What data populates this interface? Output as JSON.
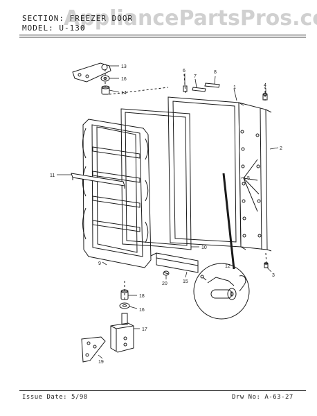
{
  "header": {
    "section_label": "SECTION:",
    "section_value": "FREEZER DOOR",
    "model_label": "MODEL:",
    "model_value": "U-130"
  },
  "watermark": "AppliancePartsPros.com",
  "footer": {
    "issue_date": "Issue Date: 5/98",
    "drawing_no": "Drw No: A-63-27"
  },
  "callouts": {
    "c1": "1",
    "c2": "2",
    "c3": "3",
    "c4": "4",
    "c5": "5",
    "c6": "6",
    "c7": "7",
    "c8": "8",
    "c9": "9",
    "c10": "10",
    "c11": "11",
    "c12": "12",
    "c13": "13",
    "c14": "14",
    "c15": "15",
    "c16a": "16",
    "c16b": "16",
    "c17": "17",
    "c18": "18",
    "c19": "19",
    "c20": "20"
  },
  "colors": {
    "ink": "#1a1a1a",
    "watermark": "#969696",
    "background": "#ffffff"
  }
}
